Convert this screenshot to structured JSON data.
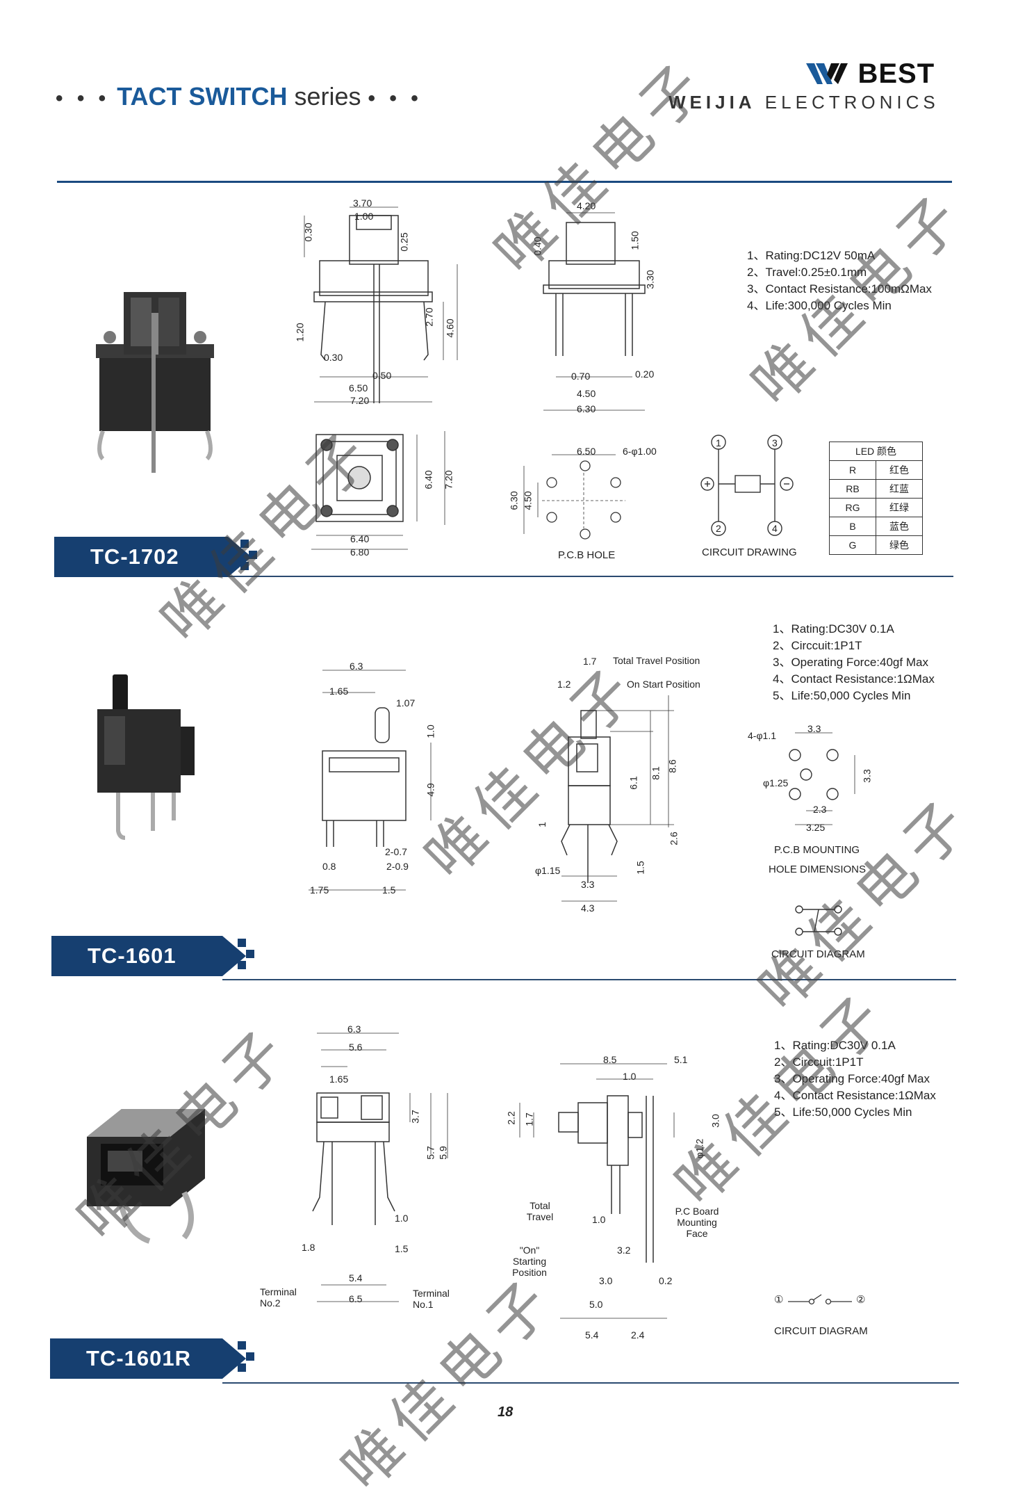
{
  "header": {
    "dots_left": "• • •",
    "title_bold": "TACT SWITCH",
    "title_rest": " series",
    "dots_right": "• • •",
    "brand": "BEST",
    "company_a": "WEIJIA",
    "company_b": " ELECTRONICS"
  },
  "watermark": "唯佳电子",
  "sections": [
    {
      "model": "TC-1702",
      "specs": [
        "1、Rating:DC12V 50mA",
        "2、Travel:0.25±0.1mm",
        "3、Contact Resistance:100mΩMax",
        "4、Life:300,000 Cycles Min"
      ],
      "captions": {
        "pcb": "P.C.B HOLE",
        "circuit": "CIRCUIT DRAWING"
      },
      "led_table": {
        "header": "LED 颜色",
        "rows": [
          [
            "R",
            "红色"
          ],
          [
            "RB",
            "红蓝"
          ],
          [
            "RG",
            "红绿"
          ],
          [
            "B",
            "蓝色"
          ],
          [
            "G",
            "绿色"
          ]
        ]
      },
      "dims_front": [
        "3.70",
        "1.00",
        "0.30",
        "0.25",
        "2.70",
        "4.60",
        "1.20",
        "0.30",
        "0.50",
        "6.50",
        "7.20"
      ],
      "dims_side": [
        "4.20",
        "0.40",
        "1.50",
        "3.30",
        "0.70",
        "0.20",
        "4.50",
        "6.30"
      ],
      "dims_top": [
        "6.40",
        "7.20",
        "6.40",
        "6.80"
      ],
      "dims_pcb": [
        "6.50",
        "6-φ1.00",
        "6.30",
        "4.50"
      ],
      "pins": [
        "1",
        "2",
        "3",
        "4"
      ]
    },
    {
      "model": "TC-1601",
      "specs": [
        "1、Rating:DC30V 0.1A",
        "2、Circcuit:1P1T",
        "3、Operating Force:40gf Max",
        "4、Contact Resistance:1ΩMax",
        "5、Life:50,000 Cycles Min"
      ],
      "captions": {
        "pcb1": "P.C.B MOUNTING",
        "pcb2": "HOLE DIMENSIONS",
        "circuit": "CIRCUIT DIAGRAM"
      },
      "annotations": [
        "Total Travel Position",
        "On Start Position"
      ],
      "dims_front": [
        "6.3",
        "1.65",
        "1.07",
        "1.0",
        "4.9",
        "2-0.7",
        "0.8",
        "2-0.9",
        "1.75",
        "1.5"
      ],
      "dims_side": [
        "1.7",
        "1.2",
        "6.1",
        "8.1",
        "8.6",
        "1",
        "2.6",
        "φ1.15",
        "1.5",
        "3.3",
        "4.3"
      ],
      "dims_pcb": [
        "4-φ1.1",
        "3.3",
        "φ1.25",
        "3.3",
        "2.3",
        "3.25"
      ]
    },
    {
      "model": "TC-1601R",
      "specs": [
        "1、Rating:DC30V 0.1A",
        "2、Circcuit:1P1T",
        "3、Operating Force:40gf Max",
        "4、Contact Resistance:1ΩMax",
        "5、Life:50,000 Cycles Min"
      ],
      "captions": {
        "circuit": "CIRCUIT DIAGRAM"
      },
      "annotations": [
        "Terminal No.2",
        "Terminal No.1",
        "Total Travel",
        "\"On\" Starting Position",
        "P.C Board Mounting Face"
      ],
      "dims_front": [
        "6.3",
        "5.6",
        "1.65",
        "3.7",
        "5.7",
        "5.9",
        "1.0",
        "1.8",
        "1.5",
        "5.4",
        "6.5"
      ],
      "dims_side": [
        "8.5",
        "5.1",
        "1.0",
        "2.2",
        "1.7",
        "3.0",
        "φ1.2",
        "1.0",
        "3.2",
        "3.0",
        "0.2",
        "5.0",
        "5.4",
        "2.4"
      ],
      "circuit_pins": [
        "①",
        "②"
      ]
    }
  ],
  "page_number": "18"
}
